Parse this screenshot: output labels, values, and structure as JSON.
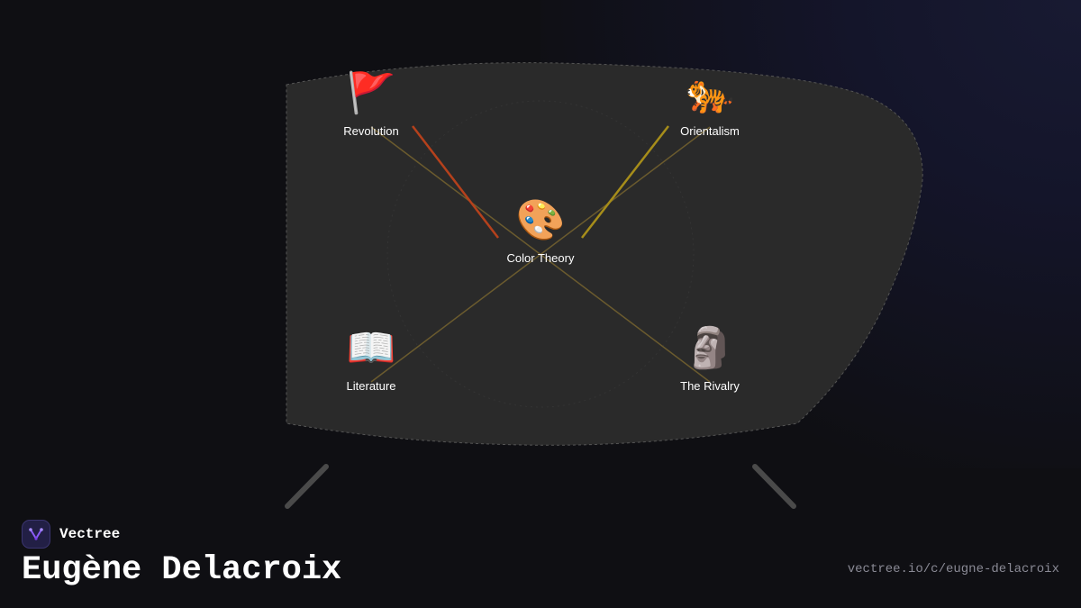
{
  "page": {
    "title": "Eugène Delacroix",
    "url": "vectree.io/c/eugne-delacroix"
  },
  "brand": {
    "name": "Vectree",
    "logo_icon": "vectree-logo-icon",
    "accent": "#8b5cf6"
  },
  "diagram": {
    "center": {
      "label": "Color Theory",
      "emoji": "🎨",
      "icon": "palette-icon"
    },
    "nodes": [
      {
        "id": "revolution",
        "label": "Revolution",
        "emoji": "🚩",
        "icon": "flag-icon",
        "color": "#b5411c"
      },
      {
        "id": "orientalism",
        "label": "Orientalism",
        "emoji": "🐅",
        "icon": "tiger-icon",
        "color": "#a68d1a"
      },
      {
        "id": "literature",
        "label": "Literature",
        "emoji": "📖",
        "icon": "open-book-icon",
        "color": "#6a5a2a"
      },
      {
        "id": "rivalry",
        "label": "The Rivalry",
        "emoji": "🗿",
        "icon": "moai-statue-icon",
        "color": "#6a5a2a"
      }
    ],
    "colors": {
      "board": "#2a2a2a",
      "connector": "#6b5b2e",
      "stand": "#4a4a4a",
      "label": "#ffffff"
    }
  }
}
